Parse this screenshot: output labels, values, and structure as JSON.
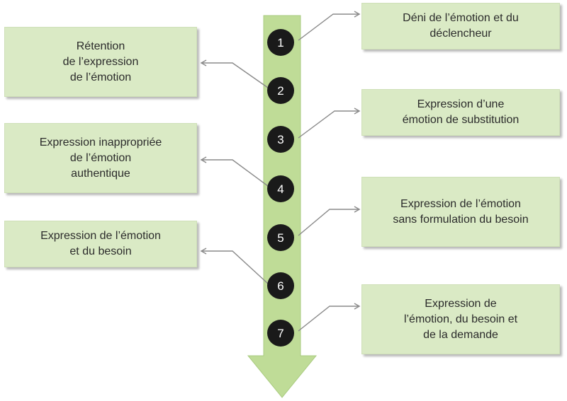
{
  "colors": {
    "arrow_fill": "#bfdc97",
    "box_fill": "#daeac5",
    "circle_fill": "#1a1a1a",
    "connector": "#8a8a8a"
  },
  "steps": [
    {
      "number": "1",
      "label": "Déni de l’émotion et du\ndéclencheur",
      "side": "right"
    },
    {
      "number": "2",
      "label": "Rétention\nde l’expression\nde l’émotion",
      "side": "left"
    },
    {
      "number": "3",
      "label": "Expression d’une\némotion de substitution",
      "side": "right"
    },
    {
      "number": "4",
      "label": "Expression inappropriée\nde l’émotion\nauthentique",
      "side": "left"
    },
    {
      "number": "5",
      "label": "Expression de l’émotion\nsans formulation du besoin",
      "side": "right"
    },
    {
      "number": "6",
      "label": "Expression de l’émotion\net du besoin",
      "side": "left"
    },
    {
      "number": "7",
      "label": "Expression de\nl’émotion, du besoin et\nde la demande",
      "side": "right"
    }
  ]
}
